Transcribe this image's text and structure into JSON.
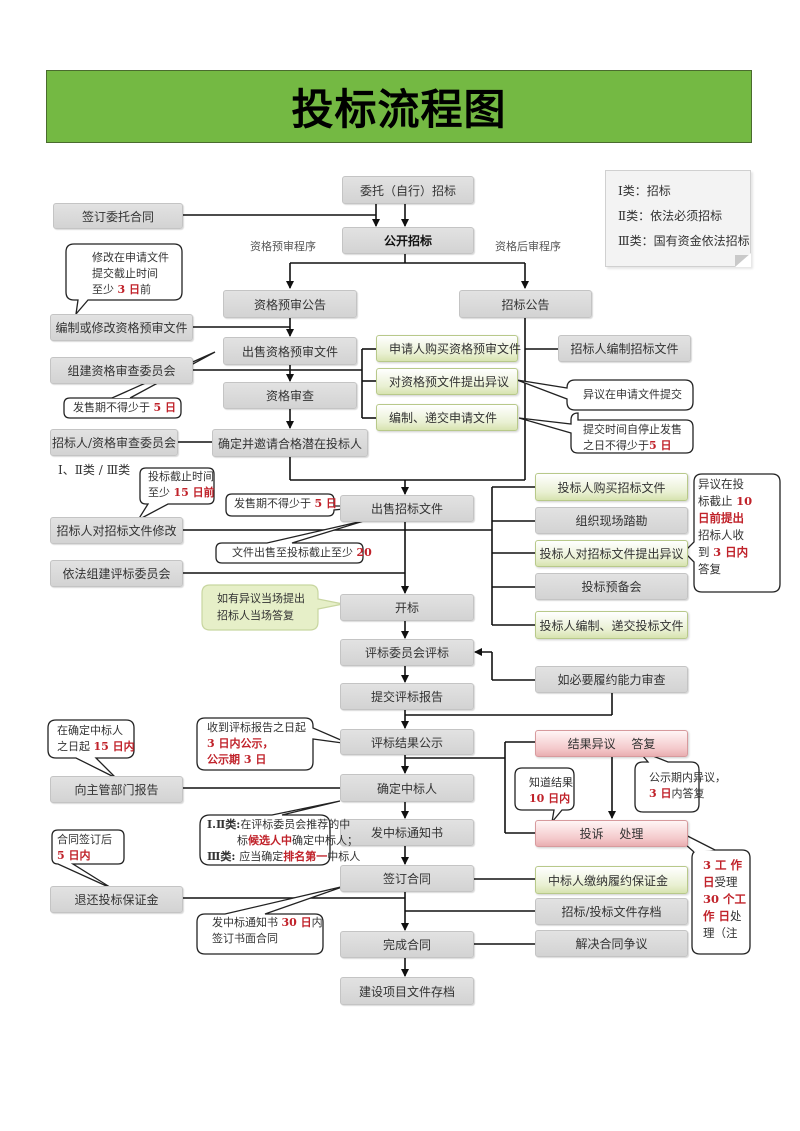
{
  "title": "投标流程图",
  "colors": {
    "title_bg": "#74b943",
    "gray_box": "#d9d9d9",
    "green_box": "#e9f0d2",
    "pink_box": "#f4c9cb",
    "highlight_red": "#c0222a"
  },
  "legend": {
    "items": [
      "Ⅰ类：招标",
      "Ⅱ类：依法必须招标",
      "Ⅲ类：国有资金依法招标"
    ]
  },
  "labels": {
    "prequal_program": "资格预审程序",
    "postqual_program": "资格后审程序",
    "categories": "Ⅰ、Ⅱ类 / Ⅲ类"
  },
  "main_flow": [
    "委托（自行）招标",
    "公开招标",
    "资格预审公告",
    "出售资格预审文件",
    "资格审查",
    "确定并邀请合格潜在投标人",
    "招标公告",
    "出售招标文件",
    "开标",
    "评标委员会评标",
    "提交评标报告",
    "评标结果公示",
    "确定中标人",
    "发中标通知书",
    "签订合同",
    "完成合同",
    "建设项目文件存档"
  ],
  "left_boxes": [
    "签订委托合同",
    "编制或修改资格预审文件",
    "组建资格审查委员会",
    "招标人/资格审查委员会",
    "招标人对招标文件修改",
    "依法组建评标委员会",
    "向主管部门报告",
    "退还投标保证金"
  ],
  "prequal_branch": [
    "申请人购买资格预审文件",
    "对资格预文件提出异议",
    "编制、递交申请文件"
  ],
  "right_boxes": {
    "prepare_docs": "招标人编制招标文件",
    "bid_branch": [
      "投标人购买招标文件",
      "组织现场踏勘",
      "投标人对招标文件提出异议",
      "投标预备会",
      "投标人编制、递交投标文件"
    ],
    "performance_review": "如必要履约能力审查",
    "result_objection": "结果异议　 答复",
    "complaint": "投诉　 处理",
    "contract_branch": [
      "中标人缴纳履约保证金",
      "招标/投标文件存档",
      "解决合同争议"
    ]
  },
  "callouts": {
    "modify_prequal": [
      "修改在申请文件",
      "提交截止时间",
      "至少 ",
      "3 日",
      "前"
    ],
    "sale_period_prequal": [
      "发售期不得少于 ",
      "5 日"
    ],
    "objection_prequal": [
      "异议在申请文件提交"
    ],
    "submit_time": [
      "提交时间自停止发售",
      "之日不得少于",
      "5 日"
    ],
    "bid_deadline_modify": [
      "投标截止时间",
      "至少 ",
      "15 日前"
    ],
    "sale_period_bid": [
      "发售期不得少于 ",
      "5 日"
    ],
    "sale_to_deadline": [
      "文件出售至投标截止至少 ",
      "20"
    ],
    "objection_bid": [
      "异议在投",
      "标截止 ",
      "10",
      "日前提出",
      "招标人收",
      "到 ",
      "3 日内",
      "答复"
    ],
    "opening_objection": [
      "如有异议当场提出",
      "招标人当场答复"
    ],
    "report_15days": [
      "在确定中标人",
      "之日起 ",
      "15 日内"
    ],
    "publicity": [
      "收到评标报告之日起",
      "3 日内公示，",
      "公示期 3 日"
    ],
    "know_result": [
      "知道结果",
      "10 日内"
    ],
    "publicity_objection": [
      "公示期内异议，",
      "3 日",
      "内答复"
    ],
    "winner_rule": [
      "Ⅰ.Ⅱ类:",
      "在评标委员会推荐的中",
      "标",
      "候选人中",
      "确定中标人；",
      "Ⅲ类: ",
      "应当确定",
      "排名第一",
      "中标人"
    ],
    "refund_deposit": [
      "合同签订后",
      "5 日内"
    ],
    "sign_contract": [
      "发中标通知书 ",
      "30 日",
      "内",
      "签订书面合同"
    ],
    "complaint_handling": [
      "3 工 作",
      "日",
      "受理",
      "30 个工",
      "作 日",
      "处",
      "理（注"
    ]
  }
}
